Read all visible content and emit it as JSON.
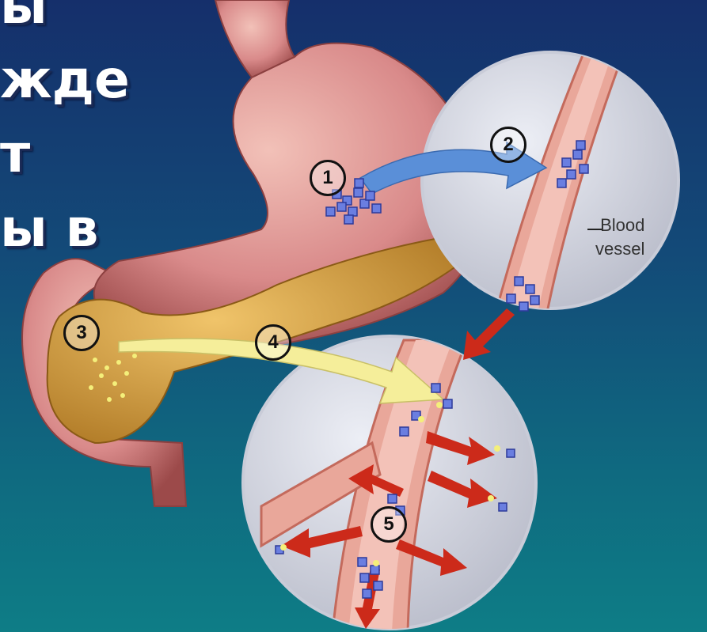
{
  "slide": {
    "text_lines": [
      "ы",
      "жде",
      "т",
      "ы в"
    ]
  },
  "diagram": {
    "step_labels": [
      "1",
      "2",
      "3",
      "4",
      "5"
    ],
    "blood_vessel_label_line1": "Blood",
    "blood_vessel_label_line2": "vessel"
  },
  "colors": {
    "background_top": "#152f6b",
    "background_bottom": "#0e7d86",
    "stomach": "#d98a8a",
    "pancreas": "#d9a548",
    "arrow_blue": "#5a8fd8",
    "arrow_yellow": "#f5ee9a",
    "arrow_red": "#cc2a1a"
  }
}
